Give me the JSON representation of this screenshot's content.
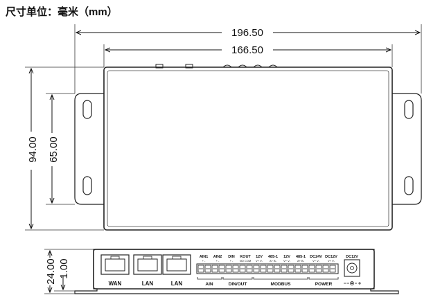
{
  "title": "尺寸单位：毫米（mm）",
  "dimensions": {
    "outer_width": "196.50",
    "inner_width": "166.50",
    "outer_height": "94.00",
    "inner_height": "65.00",
    "side_height": "24.00",
    "side_offset": "1.00"
  },
  "front_panel": {
    "ports": [
      "WAN",
      "LAN",
      "LAN"
    ],
    "top_labels": [
      "AIN1",
      "AIN2",
      "DIN",
      "KOUT",
      "12V",
      "485-1",
      "12V",
      "485-1",
      "DC24V",
      "DC12V"
    ],
    "sub_labels": [
      "+  -",
      "+  -",
      "+  -",
      "NO COM",
      "V+ V-",
      "A+ B-",
      "V+ V-",
      "A+ B-",
      "V+ V-",
      "V+ V-"
    ],
    "groups": [
      "AIN",
      "DIN/OUT",
      "MODBUS",
      "POWER"
    ],
    "dc_jack_label": "DC12V"
  }
}
